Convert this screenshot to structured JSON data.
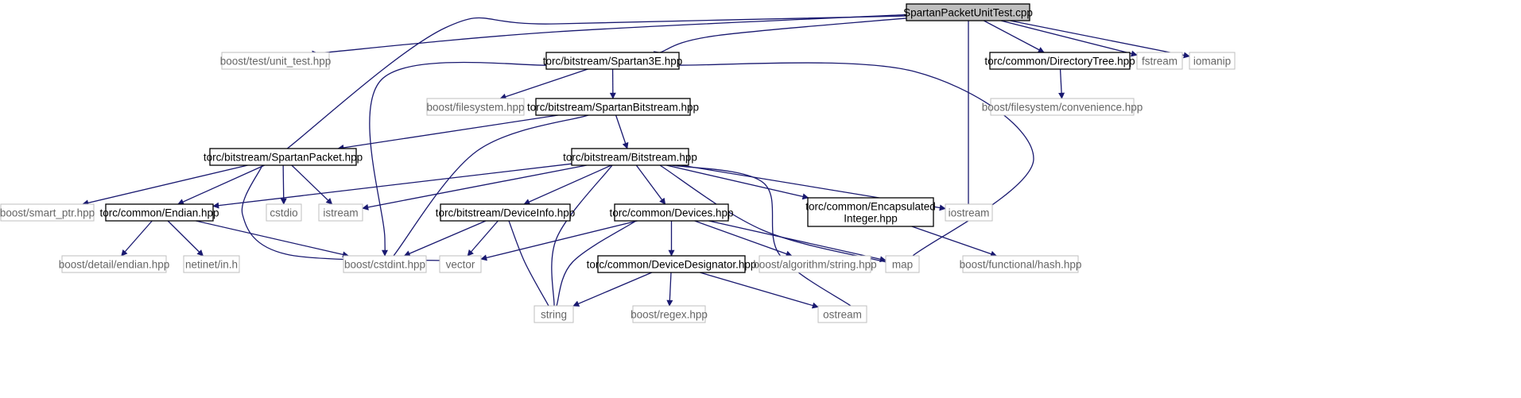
{
  "colors": {
    "edge": "#191970",
    "root_fill": "#bfbfbf",
    "local_border": "#000000",
    "external_border": "#bfbfbf",
    "external_text": "#666666",
    "background": "#ffffff"
  },
  "graph": {
    "nodes": [
      {
        "id": "root",
        "label": "SpartanPacketUnitTest.cpp",
        "kind": "root"
      },
      {
        "id": "unit_test",
        "label": "boost/test/unit_test.hpp",
        "kind": "external"
      },
      {
        "id": "spartan3e",
        "label": "torc/bitstream/Spartan3E.hpp",
        "kind": "local"
      },
      {
        "id": "dirtree",
        "label": "torc/common/DirectoryTree.hpp",
        "kind": "local"
      },
      {
        "id": "fstream",
        "label": "fstream",
        "kind": "external"
      },
      {
        "id": "iomanip",
        "label": "iomanip",
        "kind": "external"
      },
      {
        "id": "fs",
        "label": "boost/filesystem.hpp",
        "kind": "external"
      },
      {
        "id": "spartanbs",
        "label": "torc/bitstream/SpartanBitstream.hpp",
        "kind": "local"
      },
      {
        "id": "fsconv",
        "label": "boost/filesystem/convenience.hpp",
        "kind": "external"
      },
      {
        "id": "spartanpacket",
        "label": "torc/bitstream/SpartanPacket.hpp",
        "kind": "local"
      },
      {
        "id": "bitstream",
        "label": "torc/bitstream/Bitstream.hpp",
        "kind": "local"
      },
      {
        "id": "smartptr",
        "label": "boost/smart_ptr.hpp",
        "kind": "external"
      },
      {
        "id": "endian",
        "label": "torc/common/Endian.hpp",
        "kind": "local"
      },
      {
        "id": "cstdio",
        "label": "cstdio",
        "kind": "external"
      },
      {
        "id": "istream",
        "label": "istream",
        "kind": "external"
      },
      {
        "id": "deviceinfo",
        "label": "torc/bitstream/DeviceInfo.hpp",
        "kind": "local"
      },
      {
        "id": "devices",
        "label": "torc/common/Devices.hpp",
        "kind": "local"
      },
      {
        "id": "encint",
        "label": [
          "torc/common/Encapsulated",
          "Integer.hpp"
        ],
        "kind": "local"
      },
      {
        "id": "iostream",
        "label": "iostream",
        "kind": "external"
      },
      {
        "id": "detailendian",
        "label": "boost/detail/endian.hpp",
        "kind": "external"
      },
      {
        "id": "netinet",
        "label": "netinet/in.h",
        "kind": "external"
      },
      {
        "id": "cstdint",
        "label": "boost/cstdint.hpp",
        "kind": "external"
      },
      {
        "id": "vector",
        "label": "vector",
        "kind": "external"
      },
      {
        "id": "devdesig",
        "label": "torc/common/DeviceDesignator.hpp",
        "kind": "local"
      },
      {
        "id": "algostr",
        "label": "boost/algorithm/string.hpp",
        "kind": "external"
      },
      {
        "id": "map",
        "label": "map",
        "kind": "external"
      },
      {
        "id": "funchash",
        "label": "boost/functional/hash.hpp",
        "kind": "external"
      },
      {
        "id": "string",
        "label": "string",
        "kind": "external"
      },
      {
        "id": "regex",
        "label": "boost/regex.hpp",
        "kind": "external"
      },
      {
        "id": "ostream",
        "label": "ostream",
        "kind": "external"
      }
    ]
  }
}
